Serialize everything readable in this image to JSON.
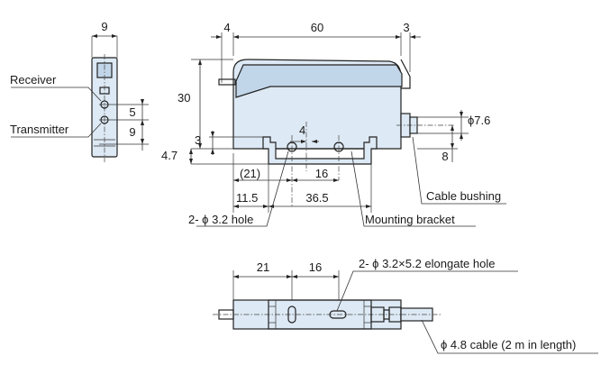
{
  "side_view": {
    "width": "9",
    "offset_receiver": "5",
    "offset_transmitter": "9",
    "label_receiver": "Receiver",
    "label_transmitter": "Transmitter"
  },
  "front_view": {
    "dim_left": "4",
    "dim_length": "60",
    "dim_right": "3",
    "dim_height": "30",
    "dim_slot": "3",
    "dim_bracket_height": "4.7",
    "dim_small": "4",
    "dim_cable_dia": "ϕ7.6",
    "dim_cable_offset": "8",
    "dim_21_ref": "(21)",
    "dim_16": "16",
    "dim_11_5": "11.5",
    "dim_36_5": "36.5",
    "label_hole": "2- ϕ 3.2 hole",
    "label_bracket": "Mounting bracket",
    "label_bushing": "Cable bushing"
  },
  "bottom_view": {
    "dim_21": "21",
    "dim_16": "16",
    "label_elongate": "2- ϕ 3.2×5.2 elongate hole",
    "label_cable": "ϕ 4.8 cable (2 m in length)"
  }
}
